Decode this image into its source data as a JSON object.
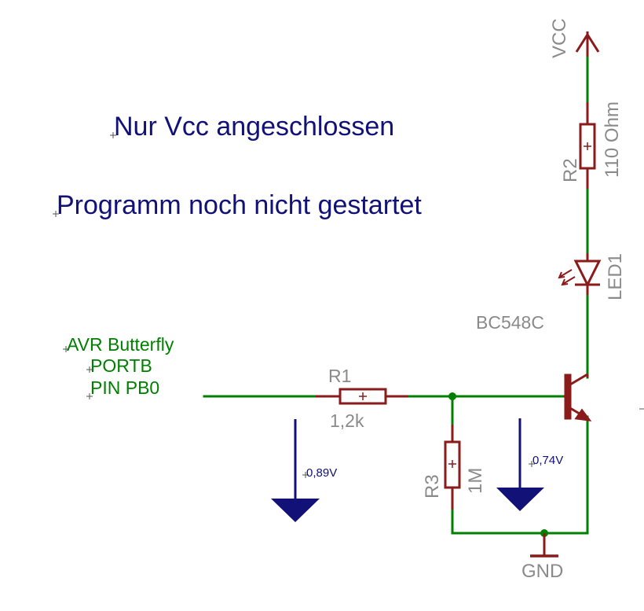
{
  "annotations": {
    "line1": "Nur Vcc angeschlossen",
    "line2": "Programm noch nicht gestartet"
  },
  "source": {
    "line1": "AVR Butterfly",
    "line2": "PORTB",
    "line3": "PIN PB0"
  },
  "components": {
    "vcc": "VCC",
    "gnd": "GND",
    "r1": {
      "name": "R1",
      "value": "1,2k"
    },
    "r2": {
      "name": "R2",
      "value": "110 Ohm"
    },
    "r3": {
      "name": "R3",
      "value": "1M"
    },
    "led": {
      "name": "LED1"
    },
    "transistor": {
      "name": "BC548C"
    }
  },
  "measurements": {
    "v_r1_input": "0,89V",
    "v_base": "0,74V"
  },
  "colors": {
    "wire": "#008000",
    "component": "#8b1a1a",
    "annotation_text": "#111177",
    "label_text": "#8a8a8a",
    "probe": "#111177"
  }
}
